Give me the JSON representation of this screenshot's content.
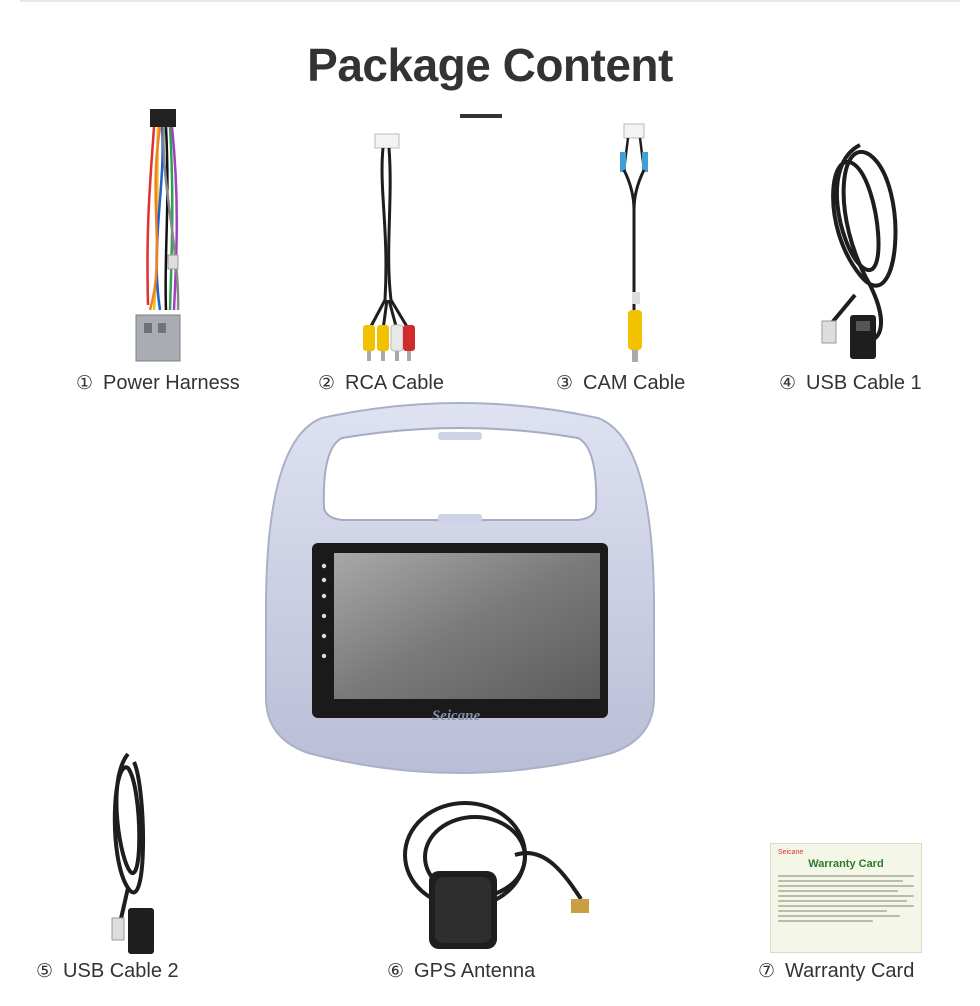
{
  "page": {
    "title": "Package Content"
  },
  "items": [
    {
      "num": "①",
      "label": "Power Harness"
    },
    {
      "num": "②",
      "label": "RCA Cable"
    },
    {
      "num": "③",
      "label": "CAM Cable"
    },
    {
      "num": "④",
      "label": "USB Cable 1"
    },
    {
      "num": "⑤",
      "label": "USB Cable 2"
    },
    {
      "num": "⑥",
      "label": "GPS Antenna"
    },
    {
      "num": "⑦",
      "label": "Warranty Card"
    }
  ],
  "head_unit": {
    "brand_logo": "Seicane"
  },
  "warranty_card": {
    "brand": "Seicane",
    "title": "Warranty Card"
  },
  "colors": {
    "title": "#333333",
    "frame_silver": "#c9cde3",
    "screen": "#8a8a8a",
    "rca_yellow": "#f2c200",
    "rca_red": "#d12b2b",
    "cable_black": "#1e1e1e",
    "warranty_green": "#2b7a2b"
  }
}
